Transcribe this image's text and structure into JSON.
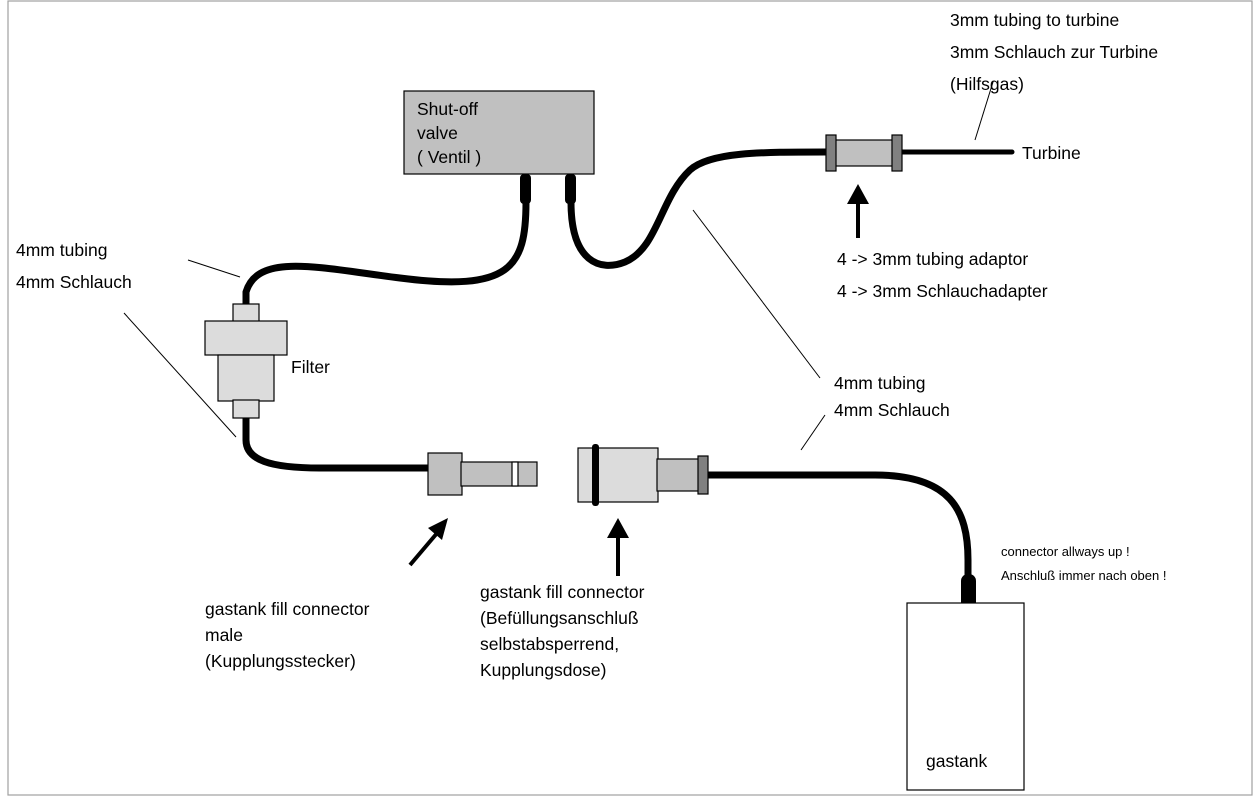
{
  "valve": {
    "lines": [
      "Shut-off",
      "valve",
      "( Ventil )"
    ]
  },
  "turbine_tubing": {
    "lines": [
      "3mm tubing to turbine",
      "3mm Schlauch zur Turbine",
      "(Hilfsgas)"
    ]
  },
  "turbine": {
    "label": "Turbine"
  },
  "adaptor": {
    "lines": [
      "4 -> 3mm tubing adaptor",
      "4 -> 3mm Schlauchadapter"
    ]
  },
  "tubing_left": {
    "lines": [
      "4mm tubing",
      "4mm Schlauch"
    ]
  },
  "filter": {
    "label": "Filter"
  },
  "tubing_right": {
    "lines": [
      "4mm tubing",
      "4mm Schlauch"
    ]
  },
  "connector_note": {
    "lines": [
      "connector allways up !",
      "Anschluß immer nach oben !"
    ]
  },
  "male_connector": {
    "lines": [
      "gastank fill connector",
      "male",
      "(Kupplungsstecker)"
    ]
  },
  "fill_connector": {
    "lines": [
      "gastank fill connector",
      "(Befüllungsanschluß",
      "selbstabsperrend,",
      "Kupplungsdose)"
    ]
  },
  "gastank": {
    "label": "gastank"
  },
  "colors": {
    "part_gray": "#c0c0c0",
    "part_light": "#dcdcdc",
    "band_dark": "#808080",
    "frame": "#a0a0a0"
  }
}
